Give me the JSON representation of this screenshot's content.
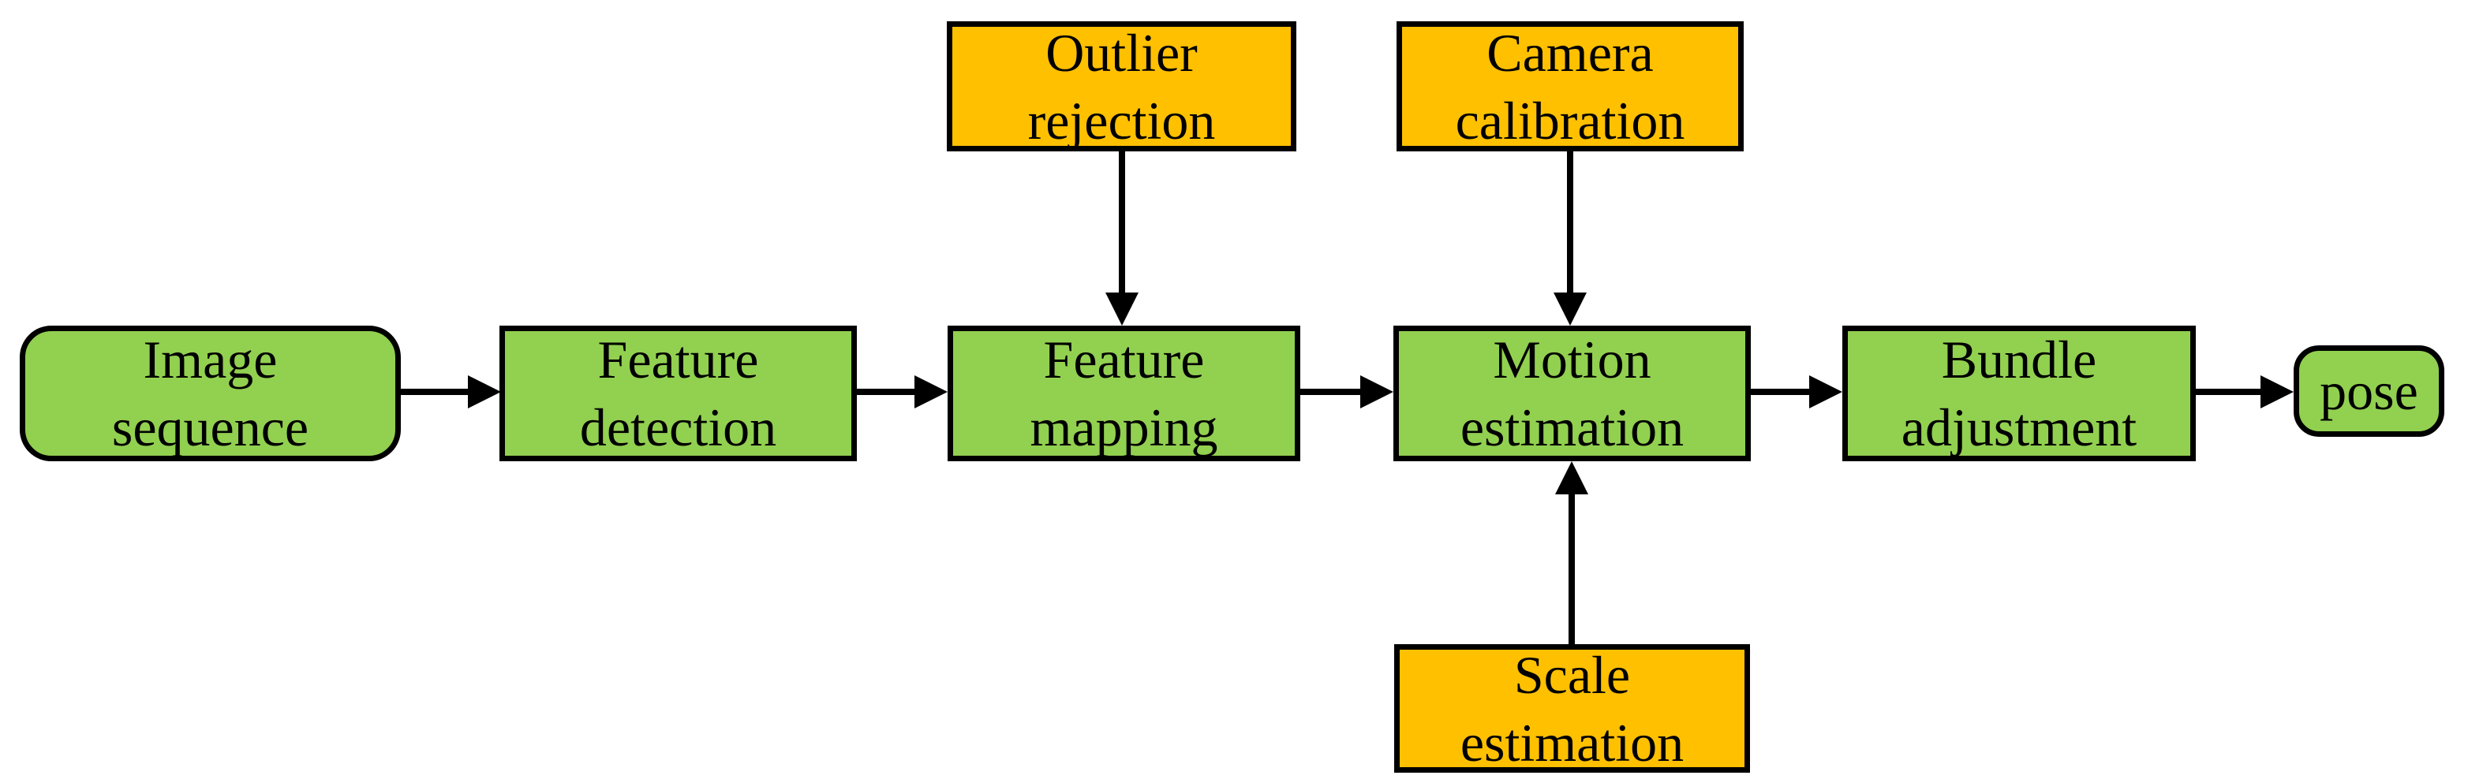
{
  "diagram": {
    "type": "flowchart",
    "description": "Visual odometry pipeline flowchart",
    "colors": {
      "background": "#ffffff",
      "process_fill": "#92d050",
      "support_fill": "#ffc000",
      "border": "#000000",
      "arrow": "#000000",
      "text": "#000000"
    },
    "nodes": [
      {
        "id": "image-sequence",
        "label": "Image\nsequence",
        "shape": "rounded-rect",
        "fill": "#92d050",
        "row": "main"
      },
      {
        "id": "feature-detection",
        "label": "Feature\ndetection",
        "shape": "rect",
        "fill": "#92d050",
        "row": "main"
      },
      {
        "id": "feature-mapping",
        "label": "Feature\nmapping",
        "shape": "rect",
        "fill": "#92d050",
        "row": "main"
      },
      {
        "id": "motion-estimation",
        "label": "Motion\nestimation",
        "shape": "rect",
        "fill": "#92d050",
        "row": "main"
      },
      {
        "id": "bundle-adjustment",
        "label": "Bundle\nadjustment",
        "shape": "rect",
        "fill": "#92d050",
        "row": "main"
      },
      {
        "id": "pose",
        "label": "pose",
        "shape": "rounded-rect",
        "fill": "#92d050",
        "row": "main"
      },
      {
        "id": "outlier-rejection",
        "label": "Outlier\nrejection",
        "shape": "rect",
        "fill": "#ffc000",
        "row": "top"
      },
      {
        "id": "camera-calibration",
        "label": "Camera\ncalibration",
        "shape": "rect",
        "fill": "#ffc000",
        "row": "top"
      },
      {
        "id": "scale-estimation",
        "label": "Scale\nestimation",
        "shape": "rect",
        "fill": "#ffc000",
        "row": "bottom"
      }
    ],
    "edges": [
      {
        "from": "image-sequence",
        "to": "feature-detection",
        "direction": "right"
      },
      {
        "from": "feature-detection",
        "to": "feature-mapping",
        "direction": "right"
      },
      {
        "from": "feature-mapping",
        "to": "motion-estimation",
        "direction": "right"
      },
      {
        "from": "motion-estimation",
        "to": "bundle-adjustment",
        "direction": "right"
      },
      {
        "from": "bundle-adjustment",
        "to": "pose",
        "direction": "right"
      },
      {
        "from": "outlier-rejection",
        "to": "feature-mapping",
        "direction": "down"
      },
      {
        "from": "camera-calibration",
        "to": "motion-estimation",
        "direction": "down"
      },
      {
        "from": "scale-estimation",
        "to": "motion-estimation",
        "direction": "up"
      }
    ]
  }
}
